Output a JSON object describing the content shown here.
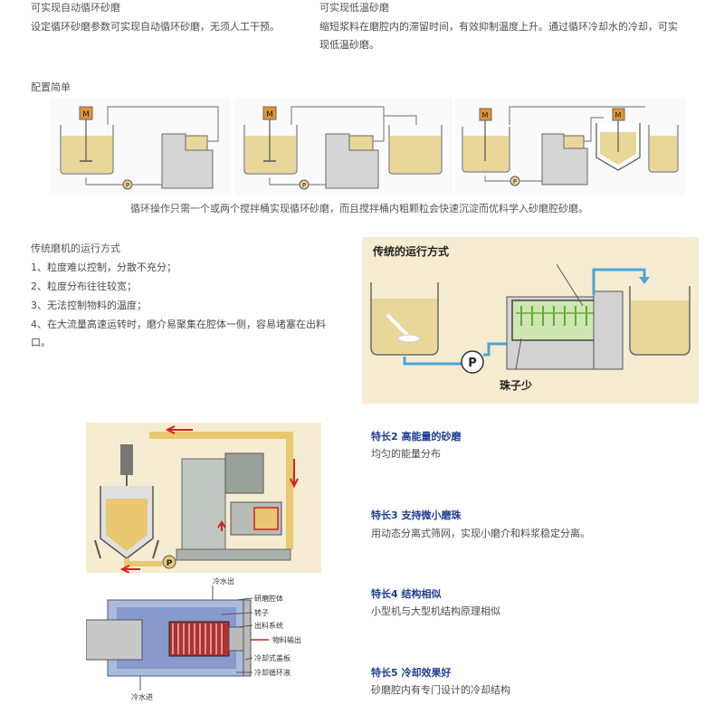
{
  "top": {
    "left_title": "可实现自动循环砂磨",
    "left_text": "设定循环砂磨参数可实现自动循环砂磨，无须人工干预。",
    "right_title": "可实现低温砂磨",
    "right_text_1": "缩短浆料在磨腔内的滞留时间，有效抑制温度上升。通过循环冷却水的冷却，可实",
    "right_text_2": "现低温砂磨。"
  },
  "config": {
    "title": "配置简单",
    "caption": "循环操作只需一个或两个搅拌桶实现循环砂磨，而且搅拌桶内粗颗粒会快速沉淀而优料学入砂磨腔砂磨。",
    "motor_label": "M",
    "pump_label": "P"
  },
  "traditional": {
    "title": "传统磨机的运行方式",
    "items": [
      "1、粒度难以控制，分散不充分；",
      "2、粒度分布往往较宽；",
      "3、无法控制物料的温度；",
      "4、在大流量高速运转时，磨介易聚集在腔体一侧，容易堵塞在出料",
      "口。"
    ],
    "figure_title": "传统的运行方式",
    "figure_note": "珠子少",
    "pump_label": "P"
  },
  "features": [
    {
      "title": "特长2 高能量的砂磨",
      "text": "均匀的能量分布"
    },
    {
      "title": "特长3 支持微小磨珠",
      "text": "用动态分离式筛网，实现小磨介和料浆稳定分离。"
    },
    {
      "title": "特长4 结构相似",
      "text": "小型机与大型机结构原理相似"
    },
    {
      "title": "特长5  冷却效果好",
      "text": "砂磨腔内有专门设计的冷却结构"
    }
  ],
  "machine_figure": {
    "pump_label": "P",
    "labels": {
      "cold_out": "冷水出",
      "cold_in": "冷水进",
      "chamber": "研磨腔体",
      "rotor": "转子",
      "discharge_system": "出料系统",
      "material_out": "物料输出",
      "cooling_cover": "冷却式盖板",
      "cooling_liquid": "冷却循环液"
    }
  },
  "colors": {
    "tank_fill": "#e9d79a",
    "machine_gray": "#d5d5d5",
    "line_gray": "#888888",
    "motor_orange": "#e39432",
    "feature_blue": "#1f3f8f",
    "figure_bg": "#f6ecd2",
    "pipe_blue": "#4aa6d8",
    "arrow_red": "#d42020"
  }
}
